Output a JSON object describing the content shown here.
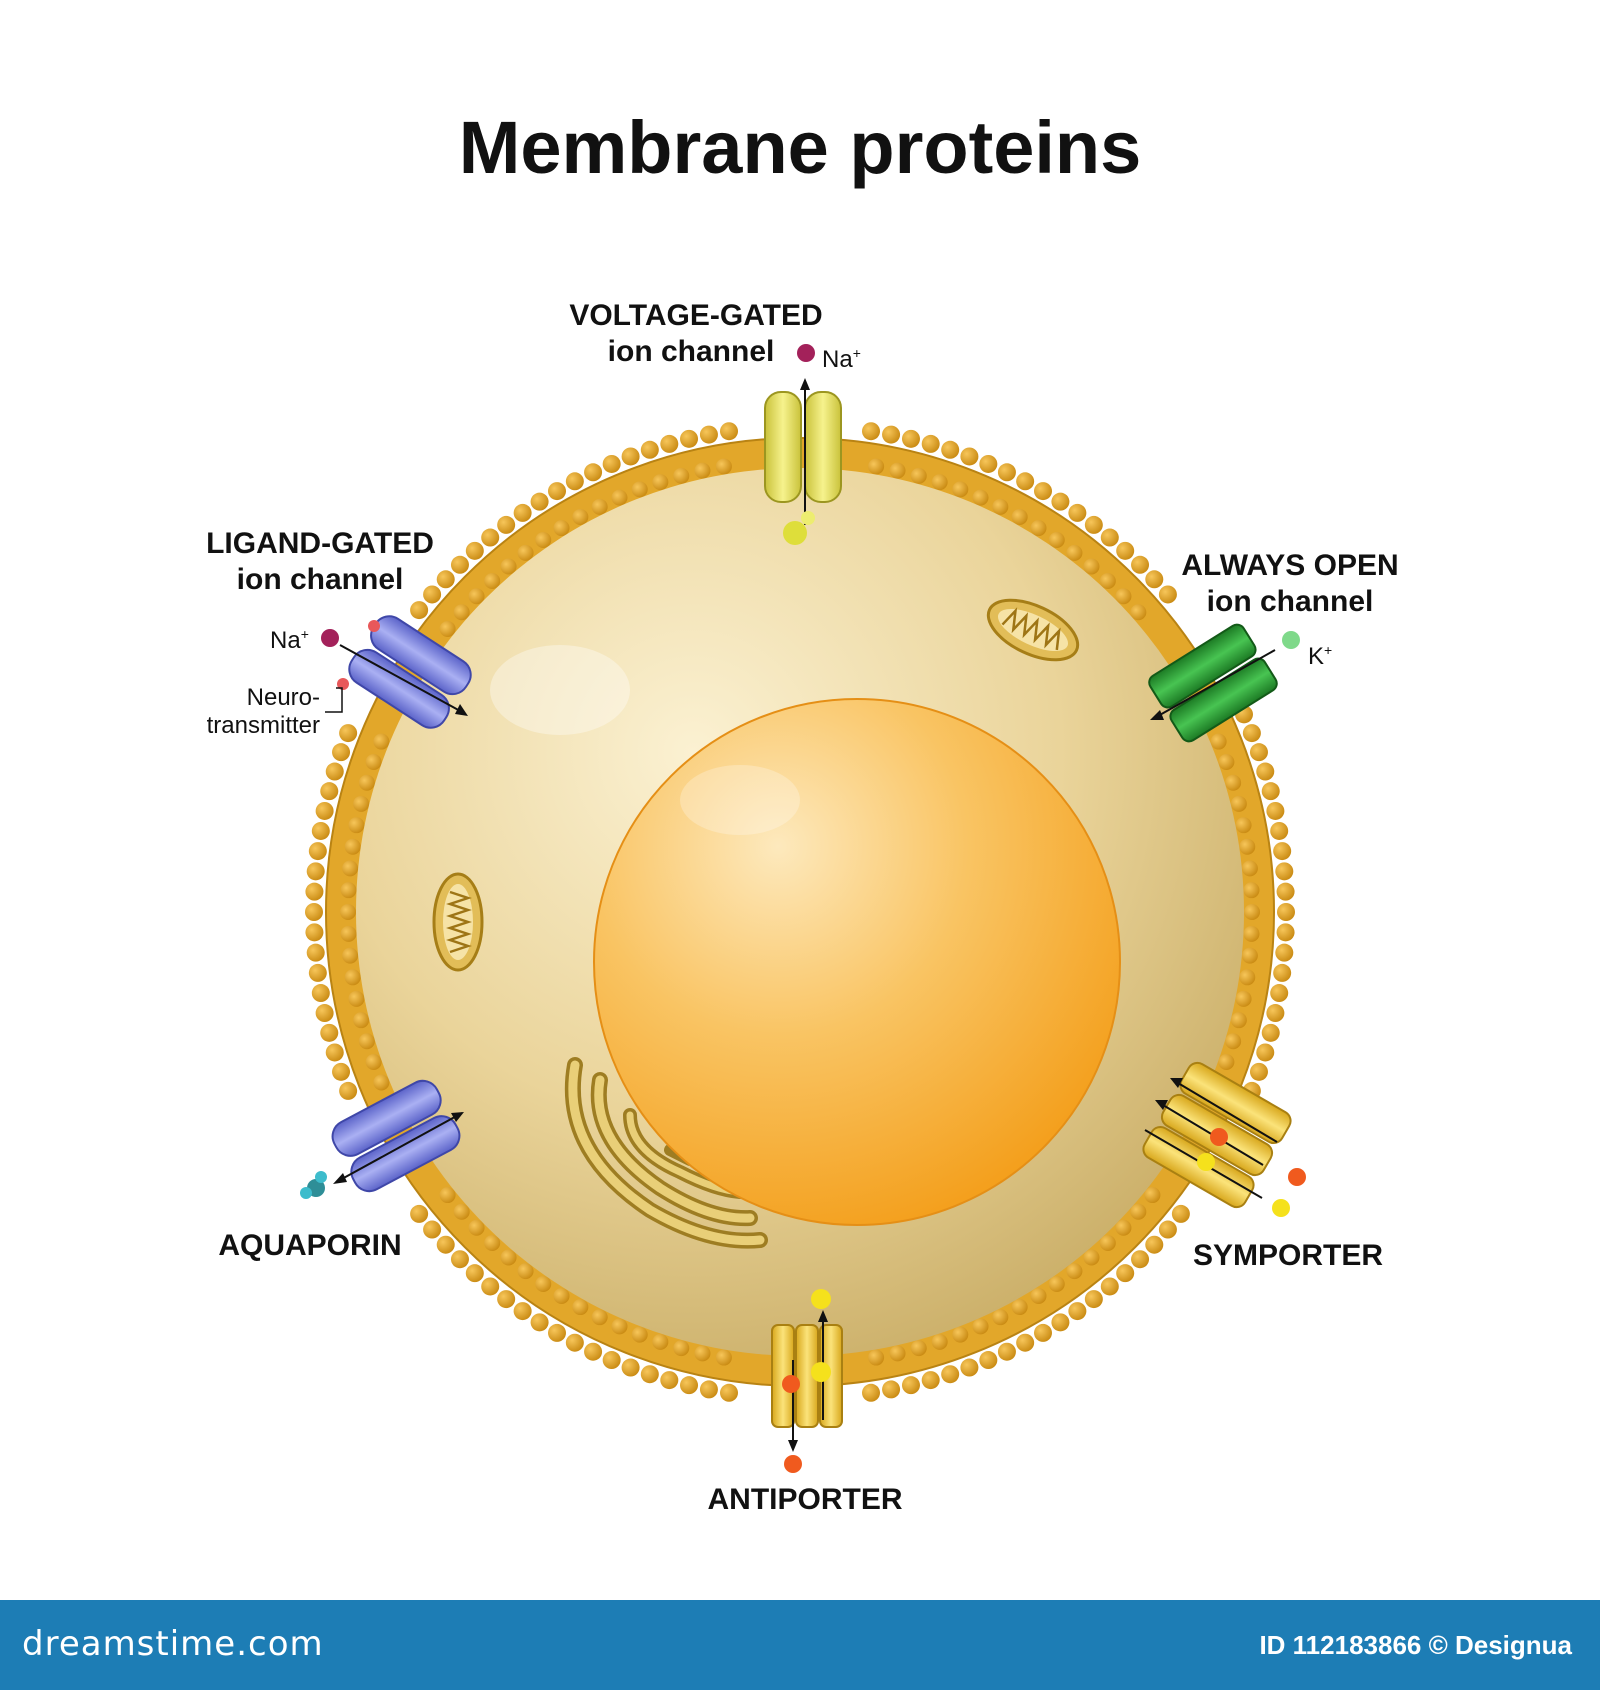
{
  "title": "Membrane proteins",
  "labels": {
    "voltage_gated_l1": "VOLTAGE-GATED",
    "voltage_gated_l2": "ion channel",
    "ligand_gated_l1": "LIGAND-GATED",
    "ligand_gated_l2": "ion channel",
    "always_open_l1": "ALWAYS OPEN",
    "always_open_l2": "ion channel",
    "aquaporin": "AQUAPORIN",
    "symporter": "SYMPORTER",
    "antiporter": "ANTIPORTER",
    "na_top": "Na",
    "na_left": "Na",
    "k_right": "K",
    "plus": "+",
    "neuro_l1": "Neuro-",
    "neuro_l2": "transmitter"
  },
  "colors": {
    "membrane": "#e6a321",
    "cytoplasm": "#e9d49a",
    "nucleus": "#f7b43c",
    "voltage_gated": "#e8e46a",
    "ligand_gated": "#7f87e0",
    "always_open": "#2fa53a",
    "aquaporin": "#7f87e0",
    "symporter": "#f0cd3c",
    "antiporter": "#f0cd3c",
    "na_ion": "#a3215a",
    "k_ion": "#7fd98a",
    "orange_ion": "#f05a1e",
    "yellow_ion": "#f5e11c",
    "footer": "#1d7db5"
  },
  "footer": {
    "brand": "dreamstime.com",
    "credit": "ID 112183866 © Designua"
  }
}
